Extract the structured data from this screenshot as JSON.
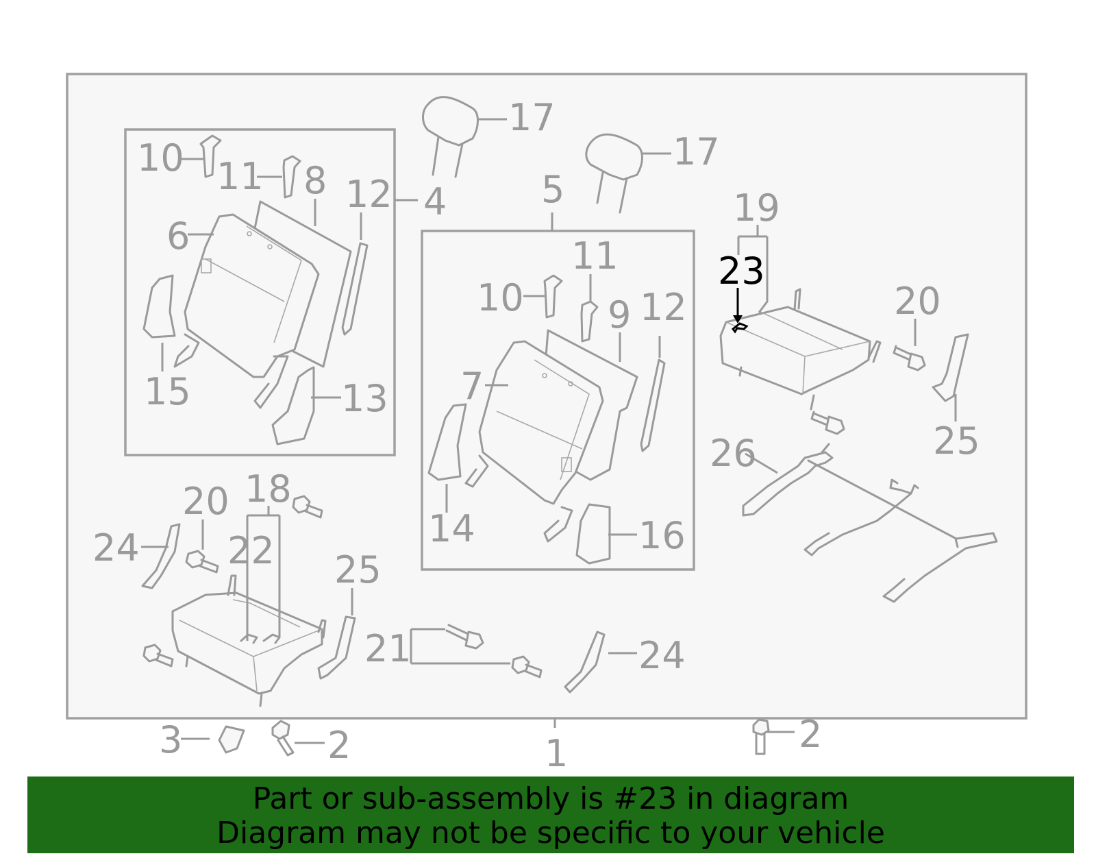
{
  "banner": {
    "line1": "Part or sub-assembly is #23 in diagram",
    "line2": "Diagram may not be specific to your vehicle",
    "background": "#1c6d16"
  },
  "highlighted_part": "23",
  "labels": {
    "p1": "1",
    "p2a": "2",
    "p2b": "2",
    "p3": "3",
    "p4": "4",
    "p5": "5",
    "p6": "6",
    "p7": "7",
    "p8": "8",
    "p9": "9",
    "p10a": "10",
    "p10b": "10",
    "p11a": "11",
    "p11b": "11",
    "p12a": "12",
    "p12b": "12",
    "p13": "13",
    "p14": "14",
    "p15": "15",
    "p16": "16",
    "p17a": "17",
    "p17b": "17",
    "p18": "18",
    "p19": "19",
    "p20a": "20",
    "p20b": "20",
    "p21": "21",
    "p22": "22",
    "p23": "23",
    "p24a": "24",
    "p24b": "24",
    "p25a": "25",
    "p25b": "25",
    "p26": "26"
  },
  "colors": {
    "line": "#9a9a9a",
    "highlight": "#000000",
    "panel": "#f7f7f7"
  }
}
